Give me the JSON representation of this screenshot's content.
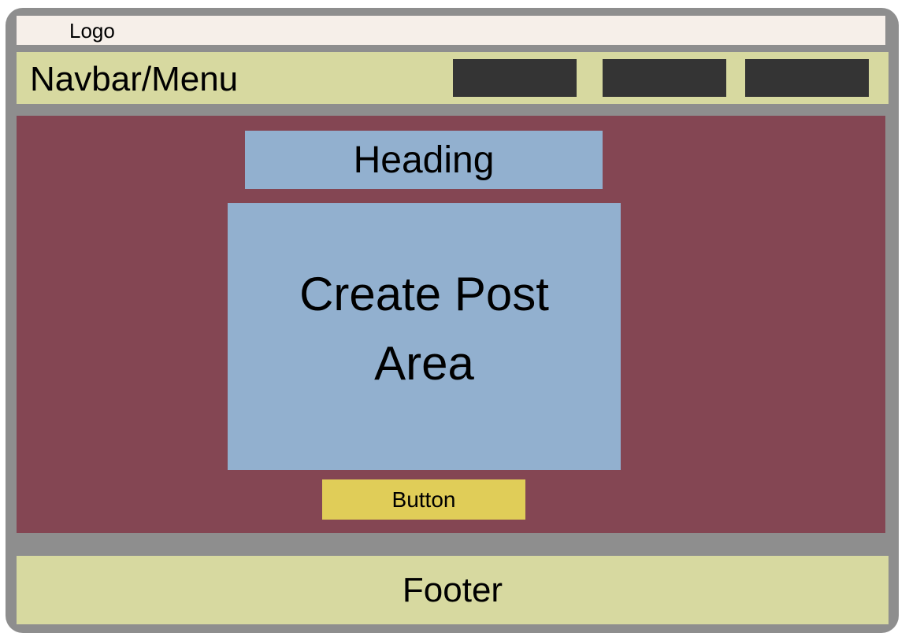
{
  "header": {
    "logo_text": "Logo"
  },
  "navbar": {
    "title": "Navbar/Menu",
    "items": [
      {
        "label": ""
      },
      {
        "label": ""
      },
      {
        "label": ""
      }
    ]
  },
  "main": {
    "heading": "Heading",
    "post_area_line1": "Create Post",
    "post_area_line2": "Area",
    "button_label": "Button"
  },
  "footer": {
    "text": "Footer"
  },
  "colors": {
    "frame": "#8e8e8e",
    "logo_bar": "#f6efe9",
    "navbar": "#d7d9a0",
    "nav_item": "#343434",
    "main": "#844653",
    "content_box": "#92b0cf",
    "button": "#e0cd58",
    "footer": "#d7d9a0"
  }
}
